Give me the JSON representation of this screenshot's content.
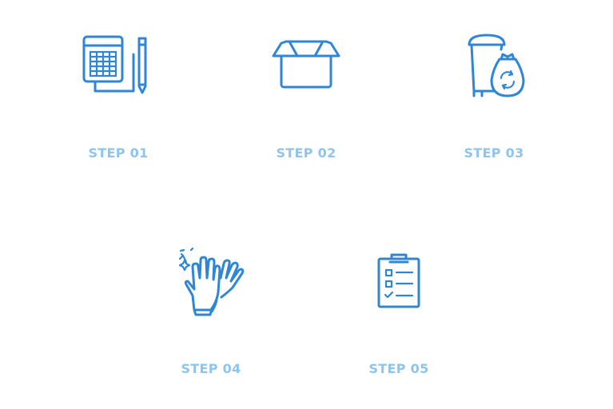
{
  "steps": [
    {
      "label": "STEP 01",
      "icon": "calculator-pencil-icon"
    },
    {
      "label": "STEP 02",
      "icon": "open-box-icon"
    },
    {
      "label": "STEP 03",
      "icon": "trash-bin-recycle-bag-icon"
    },
    {
      "label": "STEP 04",
      "icon": "cleaning-gloves-icon"
    },
    {
      "label": "STEP 05",
      "icon": "checklist-clipboard-icon"
    }
  ],
  "colors": {
    "icon_stroke": "#2f86d7",
    "label_text": "#8fc4ef",
    "background": "#ffffff"
  }
}
